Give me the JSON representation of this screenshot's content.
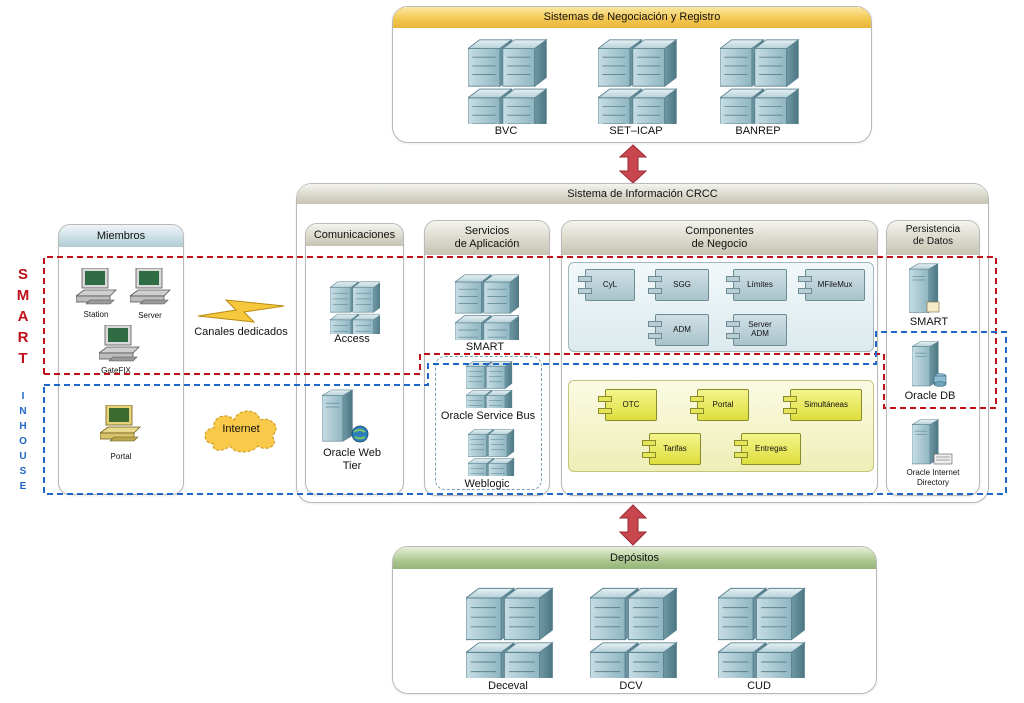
{
  "top_panel": {
    "title": "Sistemas de Negociación y Registro",
    "servers": [
      "BVC",
      "SET–ICAP",
      "BANREP"
    ]
  },
  "crcc_panel": {
    "title": "Sistema de Información CRCC",
    "comunicaciones": {
      "title": "Comunicaciones",
      "access": "Access",
      "oracle_web_tier": [
        "Oracle Web",
        "Tier"
      ]
    },
    "servicios": {
      "title": [
        "Servicios",
        "de Aplicación"
      ],
      "smart": "SMART",
      "oracle_service_bus": "Oracle Service Bus",
      "weblogic": "Weblogic"
    },
    "componentes": {
      "title": [
        "Componentes",
        "de Negocio"
      ],
      "smart_components": [
        "CyL",
        "SGG",
        "Límites",
        "MFileMux",
        "ADM",
        "Server ADM"
      ],
      "inhouse_components": [
        "OTC",
        "Portal",
        "Simultáneas",
        "Tarifas",
        "Entregas"
      ]
    },
    "persistencia": {
      "title": [
        "Persistencia",
        "de Datos"
      ],
      "smart": "SMART",
      "oracle_db": "Oracle DB",
      "oracle_internet_directory": [
        "Oracle Internet",
        "Directory"
      ]
    }
  },
  "miembros": {
    "title": "Miembros",
    "station": "Station",
    "server": "Server",
    "gatefix": "GateFIX",
    "portal": "Portal",
    "canales": "Canales dedicados",
    "internet": "Internet"
  },
  "side_labels": {
    "smart": [
      "S",
      "M",
      "A",
      "R",
      "T"
    ],
    "inhouse": [
      "I",
      "N",
      "H",
      "O",
      "U",
      "S",
      "E"
    ]
  },
  "bottom_panel": {
    "title": "Depósitos",
    "servers": [
      "Deceval",
      "DCV",
      "CUD"
    ]
  },
  "colors": {
    "smart_border": "#c0101a",
    "inhouse_border": "#1e66c8",
    "arrow": "#c8474f",
    "server_face": "#9cc4d0",
    "component_blue": "#b9ced4",
    "component_yellow": "#e5e55a"
  }
}
